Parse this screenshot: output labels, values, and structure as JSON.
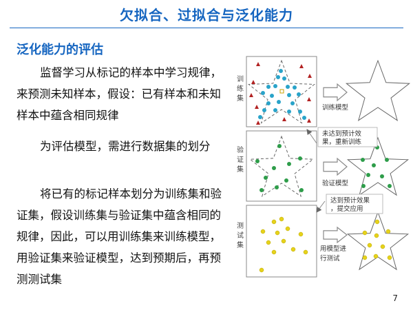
{
  "slide": {
    "title": "欠拟合、过拟合与泛化能力",
    "subtitle": "泛化能力的评估",
    "paragraphs": [
      "监督学习从标记的样本中学习规律，来预测未知样本，假设：已有样本和未知样本中蕴含相同规律",
      "为评估模型，需进行数据集的划分",
      "将已有的标记样本划分为训练集和验证集，假设训练集与验证集中蕴含相同的规律，因此，可以用训练集来训练模型，用验证集来验证模型，达到预期后，再预测测试集"
    ],
    "page_number": "7"
  },
  "diagram": {
    "set_labels": [
      "训",
      "练",
      "集",
      "验",
      "证",
      "集",
      "测",
      "试",
      "集"
    ],
    "arrow_labels": {
      "train": "训练模型",
      "validate": "验证模型",
      "test_line1": "用模型进",
      "test_line2": "行测试"
    },
    "notes": {
      "retrain_line1": "未达到预计效",
      "retrain_line2": "果，重新训练",
      "deploy_line1": "达到预计效果",
      "deploy_line2": "，提交应用"
    },
    "colors": {
      "accent": "#1565c0",
      "train_circle": "#29a3c9",
      "red_triangle": "#b22222",
      "validate_point": "#2e9d4a",
      "test_point": "#e6d21b",
      "star_stroke": "#666666",
      "arrow_fill": "#ffffff"
    }
  }
}
